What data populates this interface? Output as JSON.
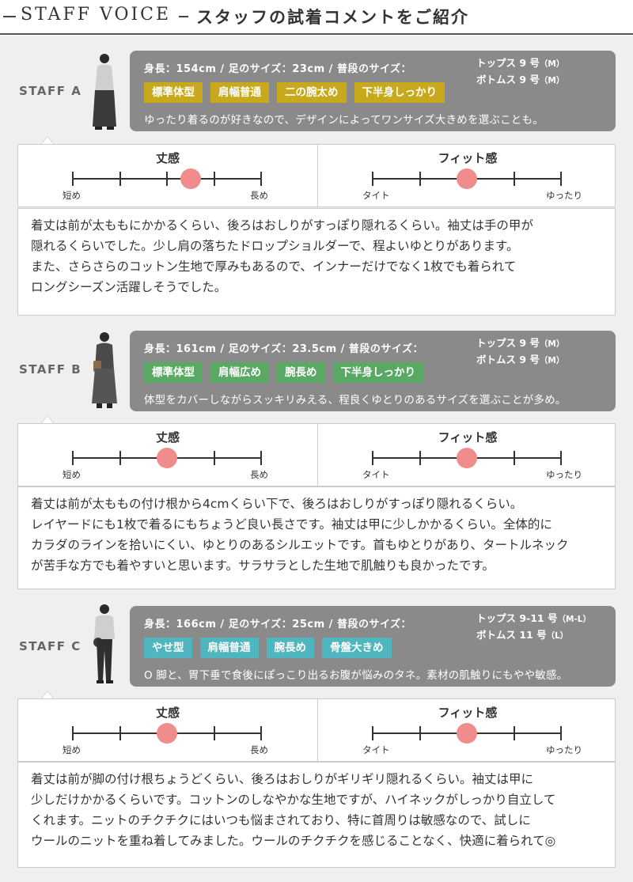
{
  "header": {
    "title_en": "STAFF VOICE",
    "title_jp": "スタッフの試着コメントをご紹介"
  },
  "gauge_labels": {
    "length_title": "丈感",
    "length_left": "短め",
    "length_right": "長め",
    "fit_title": "フィット感",
    "fit_left": "タイト",
    "fit_right": "ゆったり"
  },
  "staff": [
    {
      "label": "STAFF A",
      "profile": "身長：154cm / 足のサイズ：23cm / 普段のサイズ：",
      "tops": "トップス 9 号",
      "tops_size": "（M）",
      "bottoms": "ボトムス 9 号",
      "bottoms_size": "（M）",
      "tag_color": "#c8a91c",
      "tags": [
        "標準体型",
        "肩幅普通",
        "二の腕太め",
        "下半身しっかり"
      ],
      "desc": "ゆったり着るのが好きなので、デザインによってワンサイズ大きめを選ぶことも。",
      "length_level": 0.625,
      "fit_level": 0.5,
      "comment": [
        "着丈は前が太ももにかかるくらい、後ろはおしりがすっぽり隠れるくらい。袖丈は手の甲が",
        "隠れるくらいでした。少し肩の落ちたドロップショルダーで、程よいゆとりがあります。",
        "また、さらさらのコットン生地で厚みもあるので、インナーだけでなく1枚でも着られて",
        "ロングシーズン活躍しそうでした。"
      ]
    },
    {
      "label": "STAFF B",
      "profile": "身長：161cm / 足のサイズ：23.5cm / 普段のサイズ：",
      "tops": "トップス  9 号",
      "tops_size": "（M）",
      "bottoms": "ボトムス  9 号",
      "bottoms_size": "（M）",
      "tag_color": "#5aa863",
      "tags": [
        "標準体型",
        "肩幅広め",
        "腕長め",
        "下半身しっかり"
      ],
      "desc": "体型をカバーしながらスッキリみえる、程良くゆとりのあるサイズを選ぶことが多め。",
      "length_level": 0.5,
      "fit_level": 0.5,
      "comment": [
        "着丈は前が太ももの付け根から4cmくらい下で、後ろはおしりがすっぽり隠れるくらい。",
        "レイヤードにも1枚で着るにもちょうど良い長さです。袖丈は甲に少しかかるくらい。全体的に",
        "カラダのラインを拾いにくい、ゆとりのあるシルエットです。首もゆとりがあり、タートルネック",
        "が苦手な方でも着やすいと思います。サラサラとした生地で肌触りも良かったです。"
      ]
    },
    {
      "label": "STAFF C",
      "profile": "身長：166cm / 足のサイズ：25cm / 普段のサイズ：",
      "tops": "トップス 9-11 号",
      "tops_size": "（M-L）",
      "bottoms": "ボトムス 11 号",
      "bottoms_size": "（L）",
      "tag_color": "#4fb5bf",
      "tags": [
        "やせ型",
        "肩幅普通",
        "腕長め",
        "骨盤大きめ"
      ],
      "desc": "O 脚と、胃下垂で食後にぽっこり出るお腹が悩みのタネ。素材の肌触りにもやや敏感。",
      "length_level": 0.5,
      "fit_level": 0.5,
      "comment": [
        "着丈は前が脚の付け根ちょうどくらい、後ろはおしりがギリギリ隠れるくらい。袖丈は甲に",
        "少しだけかかるくらいです。コットンのしなやかな生地ですが、ハイネックがしっかり自立して",
        "くれます。ニットのチクチクにはいつも悩まされており、特に首周りは敏感なので、試しに",
        "ウールのニットを重ね着してみました。ウールのチクチクを感じることなく、快適に着られて◎"
      ]
    }
  ]
}
